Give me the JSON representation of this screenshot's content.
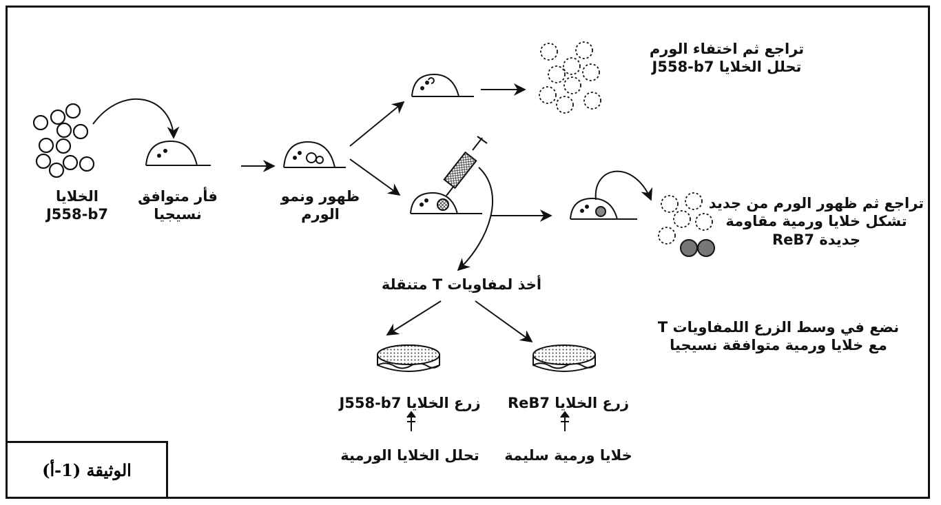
{
  "cells_label": "الخلايا",
  "cells_code": "J558-b7",
  "mouse_line1": "فأر متوافق",
  "mouse_line2": "نسيجيا",
  "tumor_line1": "ظهور ونمو",
  "tumor_line2": "الورم",
  "outcome1_line1": "تراجع ثم اختفاء الورم",
  "outcome1_line2": "تحلل الخلايا J558-b7",
  "outcome2_line1": "تراجع ثم ظهور الورم من جديد",
  "outcome2_line2": "تشكل خلايا ورمية مقاومة",
  "outcome2_line3": "جديدة ReB7",
  "take_t": "أخذ لمفاويات T متنقلة",
  "culture_line1": "نضع في وسط الزرع اللمفاويات T",
  "culture_line2": "مع خلايا ورمية متوافقة نسيجيا",
  "dish_left_label": "زرع الخلايا J558-b7",
  "dish_right_label": "زرع الخلايا ReB7",
  "dish_left_result": "تحلل الخلايا الورمية",
  "dish_right_result": "خلايا ورمية سليمة",
  "document_label": "الوثيقة (1-أ)"
}
